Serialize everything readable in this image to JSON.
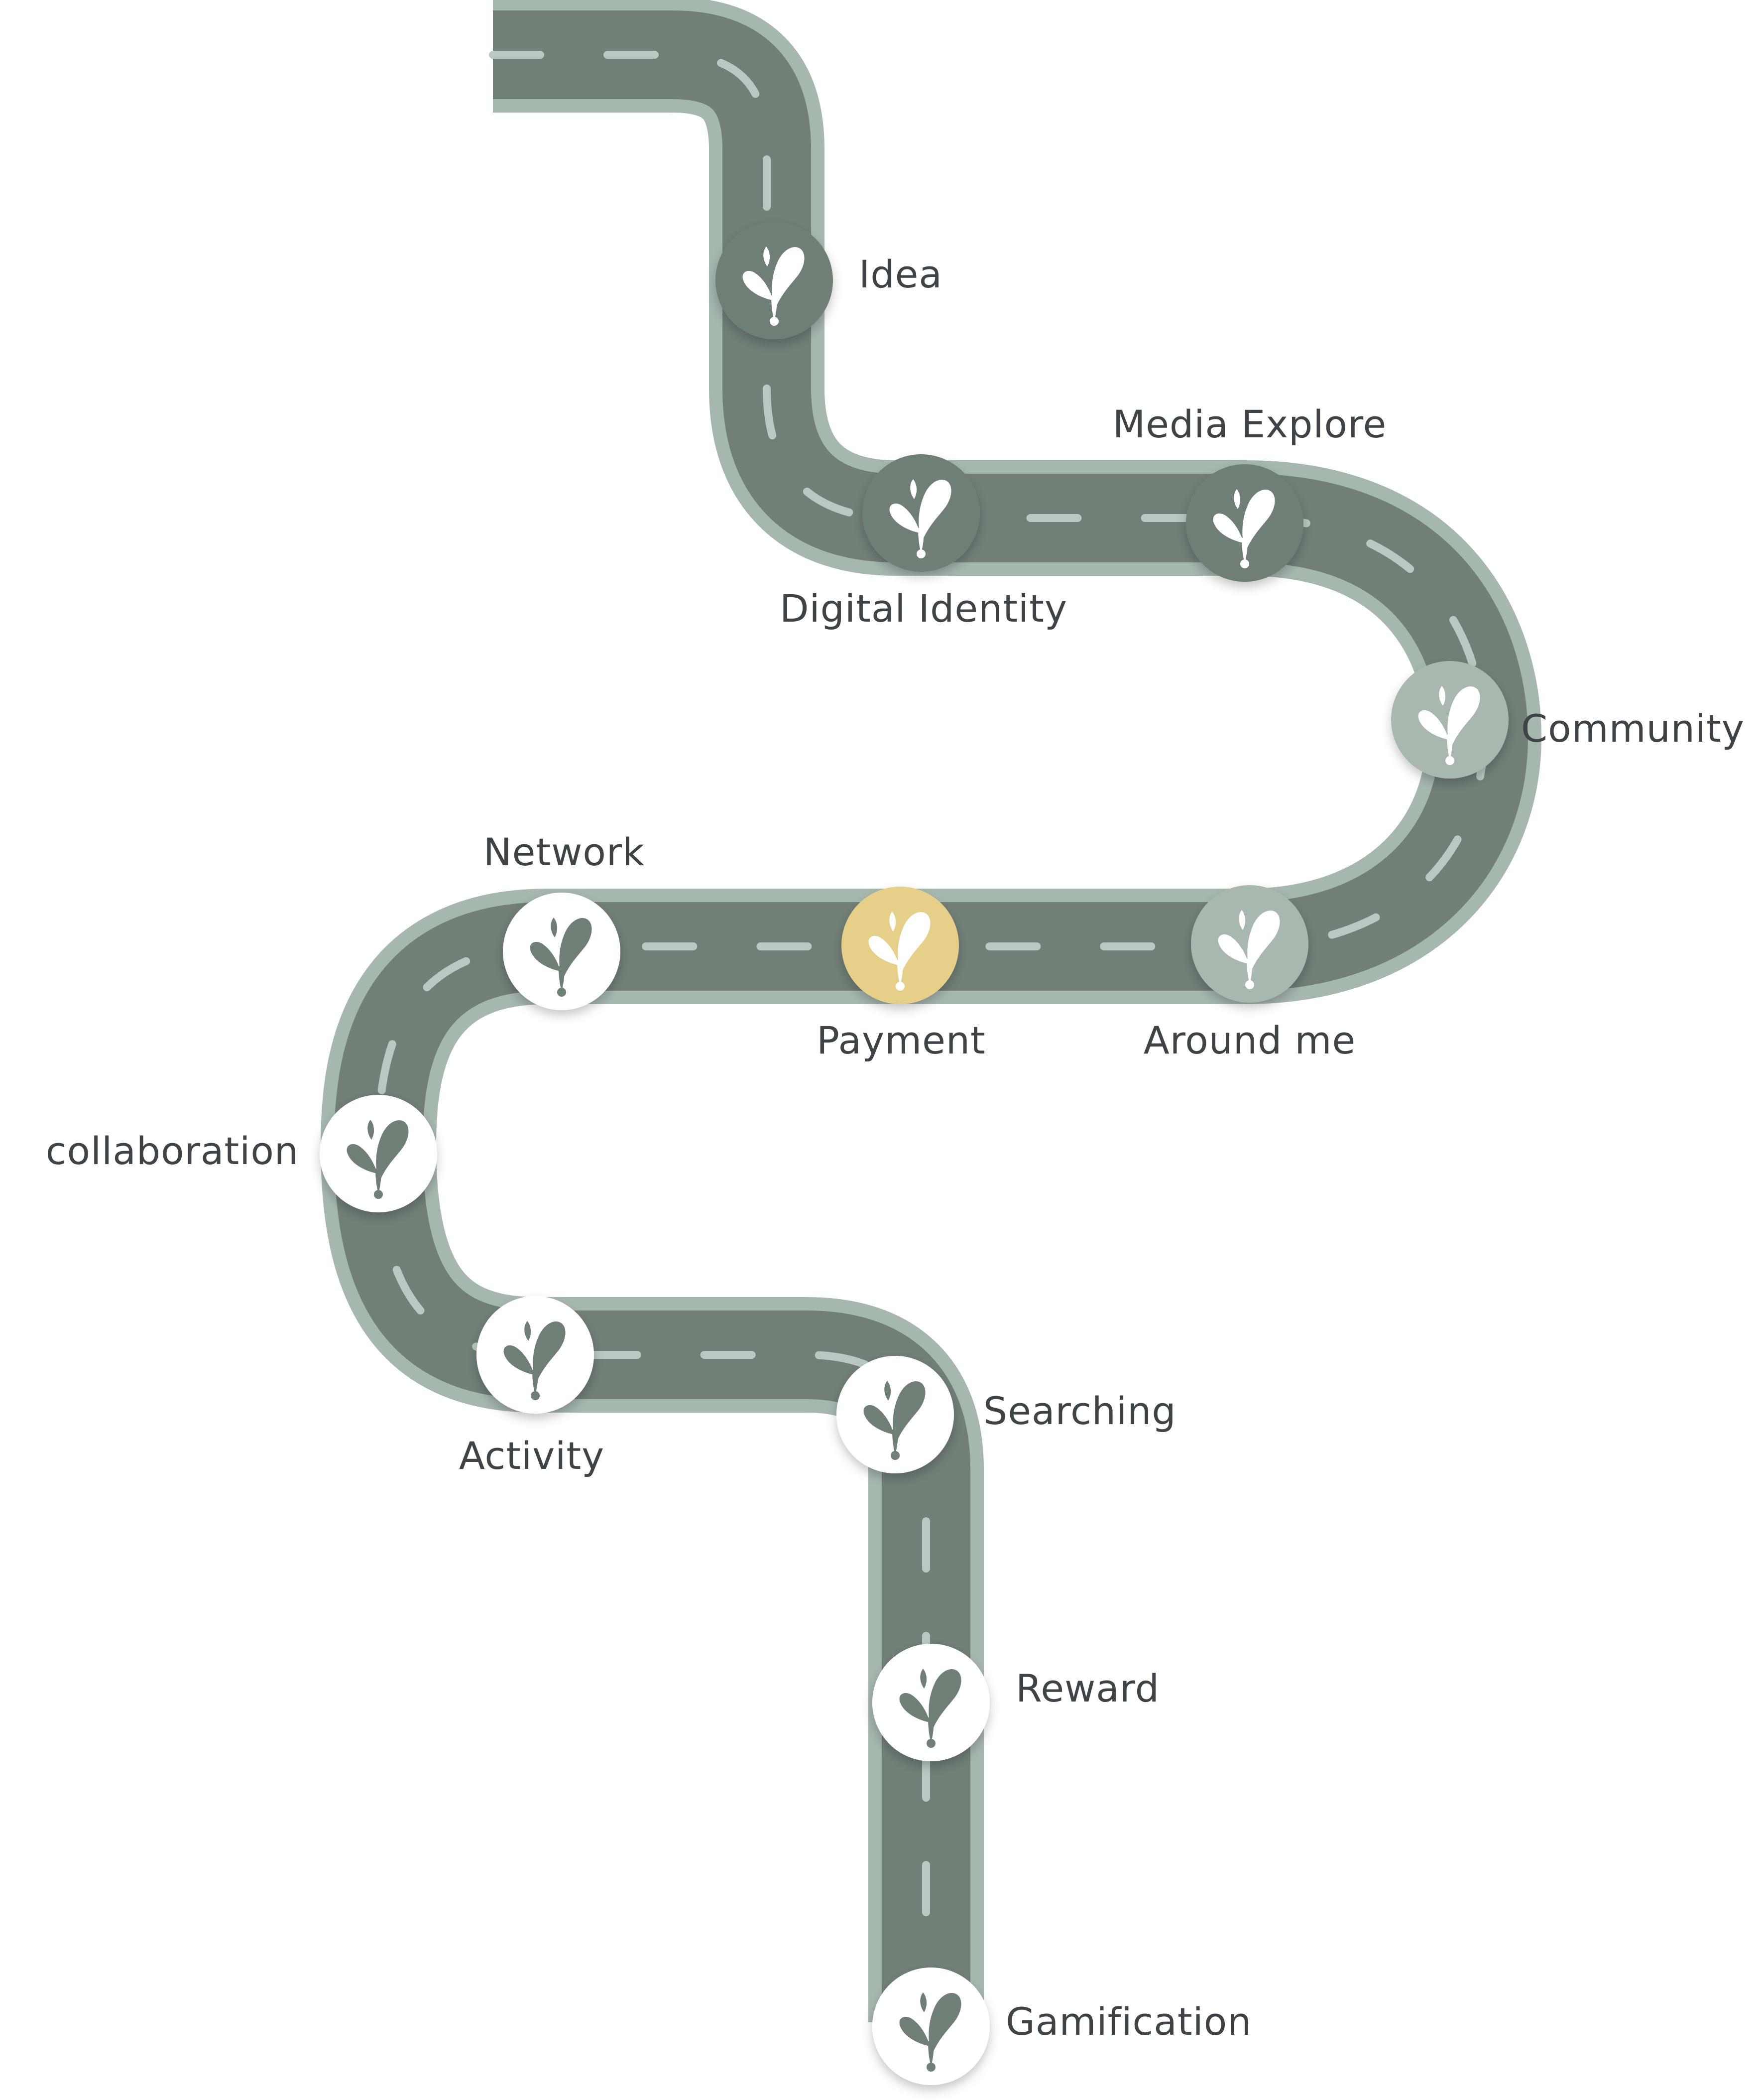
{
  "colors": {
    "road_edge": "#a6b7ae",
    "road_surface": "#717f77",
    "lane_dash": "#b9c8c0",
    "status_completed": "#6f7f76",
    "status_in_progress": "#a8b8ae",
    "status_current": "#e6cf88",
    "status_upcoming": "#ffffff",
    "icon_light": "#ffffff",
    "icon_dark": "#6f7f76",
    "label_text": "#3d4347"
  },
  "milestone_icon": "sprout-drop-icon",
  "milestones": [
    {
      "id": "idea",
      "label": "Idea",
      "status": "completed"
    },
    {
      "id": "digital-identity",
      "label": "Digital Identity",
      "status": "completed"
    },
    {
      "id": "media-explore",
      "label": "Media Explore",
      "status": "completed"
    },
    {
      "id": "community",
      "label": "Community",
      "status": "in_progress"
    },
    {
      "id": "around-me",
      "label": "Around me",
      "status": "in_progress"
    },
    {
      "id": "payment",
      "label": "Payment",
      "status": "current"
    },
    {
      "id": "network",
      "label": "Network",
      "status": "upcoming"
    },
    {
      "id": "collaboration",
      "label": "collaboration",
      "status": "upcoming"
    },
    {
      "id": "activity",
      "label": "Activity",
      "status": "upcoming"
    },
    {
      "id": "searching",
      "label": "Searching",
      "status": "upcoming"
    },
    {
      "id": "reward",
      "label": "Reward",
      "status": "upcoming"
    },
    {
      "id": "gamification",
      "label": "Gamification",
      "status": "upcoming"
    }
  ]
}
